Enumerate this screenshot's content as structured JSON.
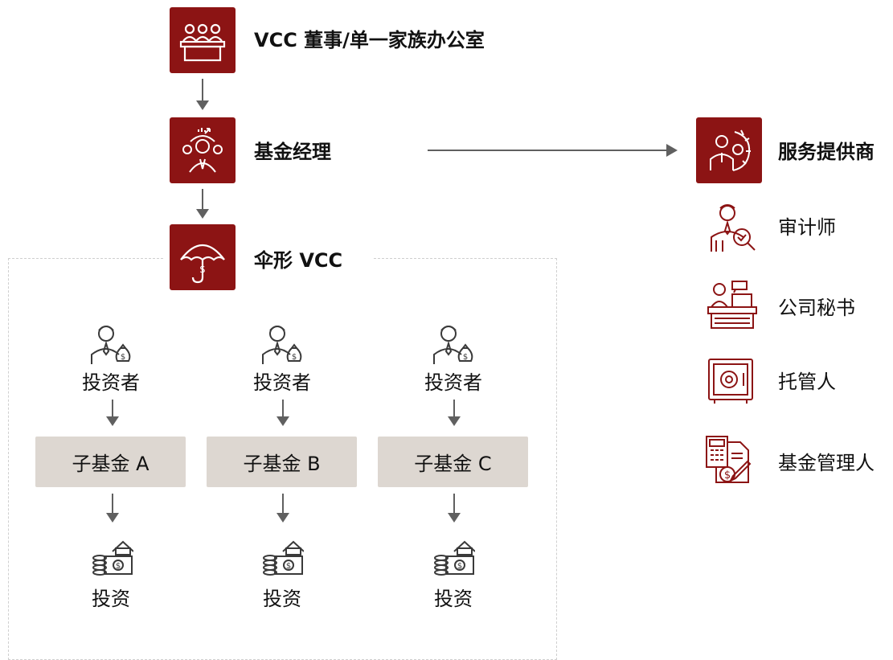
{
  "colors": {
    "accent": "#8c1414",
    "connector": "#606060",
    "subfund_fill": "#ddd7d1"
  },
  "top": {
    "board_label": "VCC 董事/单一家族办公室",
    "board_icon": "board-meeting-icon"
  },
  "manager": {
    "label": "基金经理",
    "icon": "fund-manager-icon"
  },
  "umbrella": {
    "label": "伞形 VCC",
    "icon": "umbrella-icon"
  },
  "providers": {
    "title": "服务提供商",
    "title_icon": "service-gear-person-icon",
    "items": [
      {
        "label": "审计师",
        "icon": "auditor-icon"
      },
      {
        "label": "公司秘书",
        "icon": "company-secretary-icon"
      },
      {
        "label": "托管人",
        "icon": "custodian-safe-icon"
      },
      {
        "label": "基金管理人",
        "icon": "fund-administrator-icon"
      }
    ]
  },
  "subfunds": [
    {
      "investor_label": "投资者",
      "subfund_label": "子基金 A",
      "investment_label": "投资"
    },
    {
      "investor_label": "投资者",
      "subfund_label": "子基金 B",
      "investment_label": "投资"
    },
    {
      "investor_label": "投资者",
      "subfund_label": "子基金 C",
      "investment_label": "投资"
    }
  ]
}
